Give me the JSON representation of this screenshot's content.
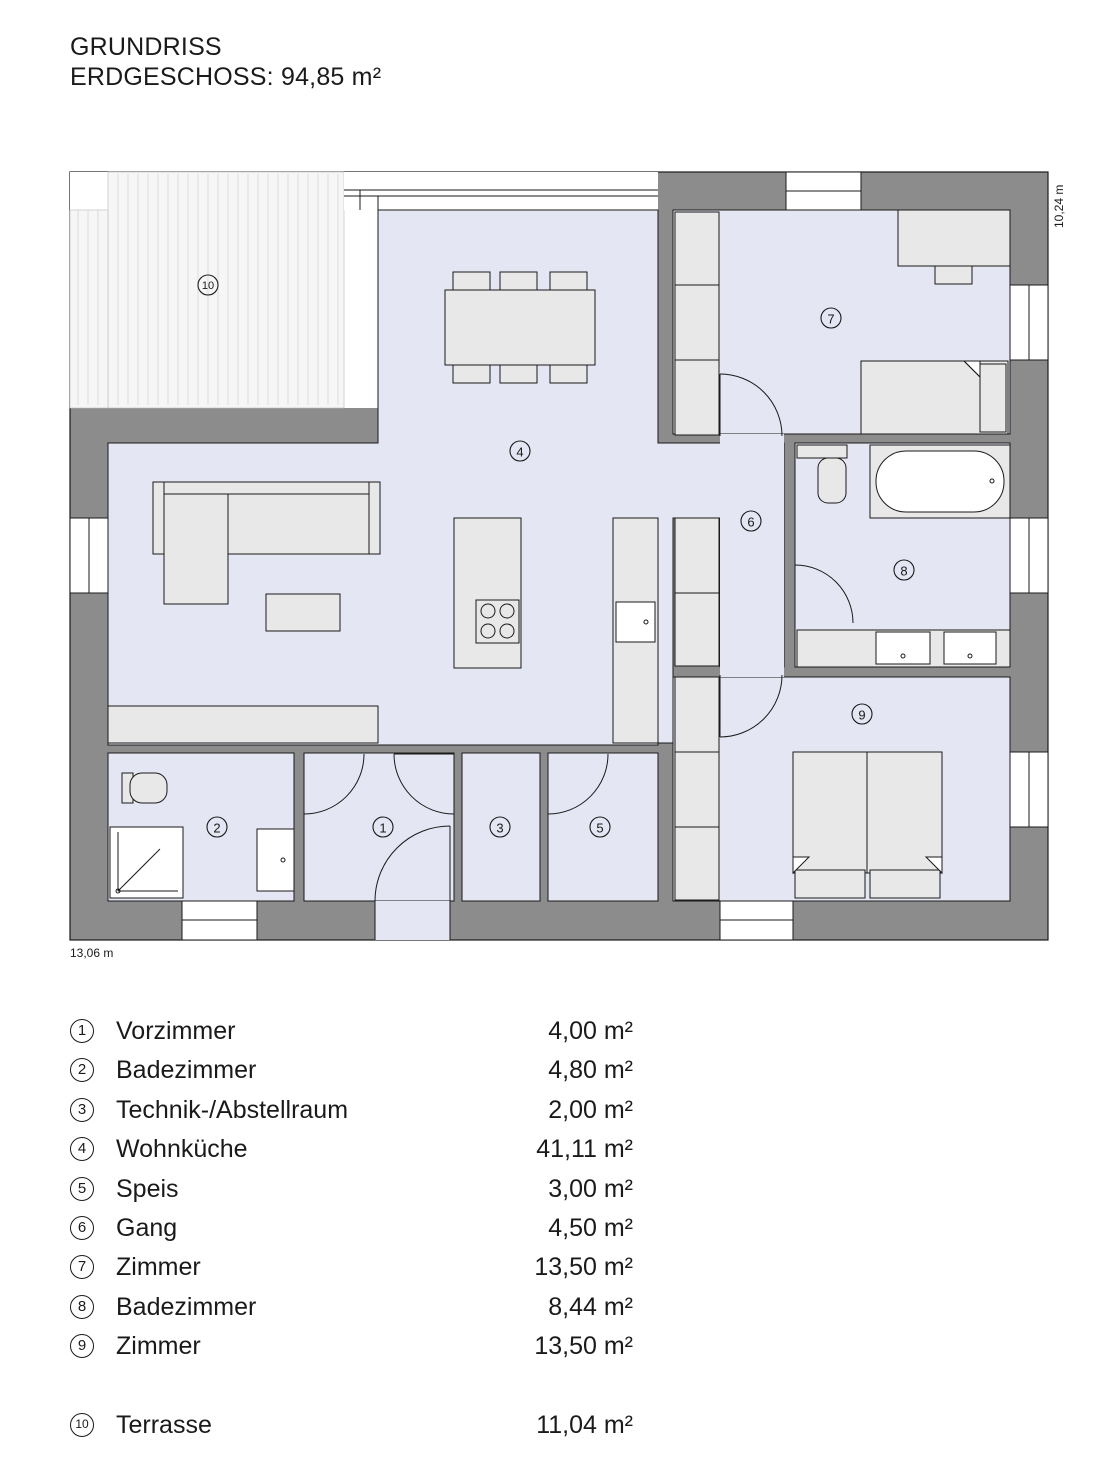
{
  "title": {
    "line1": "GRUNDRISS",
    "line2": "ERDGESCHOSS: 94,85 m²"
  },
  "dimensions": {
    "width": "13,06 m",
    "height": "10,24 m"
  },
  "colors": {
    "wall": "#8c8c8c",
    "floor": "#e4e7f3",
    "furniture": "#e8e8e8",
    "terrace": "#f6f6f6",
    "outline": "#1a1a1a"
  },
  "plan_labels": [
    "1",
    "2",
    "3",
    "4",
    "5",
    "6",
    "7",
    "8",
    "9",
    "10"
  ],
  "rooms": [
    {
      "num": "1",
      "name": "Vorzimmer",
      "area": "4,00 m²"
    },
    {
      "num": "2",
      "name": "Badezimmer",
      "area": "4,80 m²"
    },
    {
      "num": "3",
      "name": "Technik-/Abstellraum",
      "area": "2,00 m²"
    },
    {
      "num": "4",
      "name": "Wohnküche",
      "area": "41,11 m²"
    },
    {
      "num": "5",
      "name": "Speis",
      "area": "3,00 m²"
    },
    {
      "num": "6",
      "name": "Gang",
      "area": "4,50 m²"
    },
    {
      "num": "7",
      "name": "Zimmer",
      "area": "13,50 m²"
    },
    {
      "num": "8",
      "name": "Badezimmer",
      "area": "8,44 m²"
    },
    {
      "num": "9",
      "name": "Zimmer",
      "area": "13,50 m²"
    }
  ],
  "terrace": {
    "num": "10",
    "name": "Terrasse",
    "area": "11,04 m²"
  }
}
